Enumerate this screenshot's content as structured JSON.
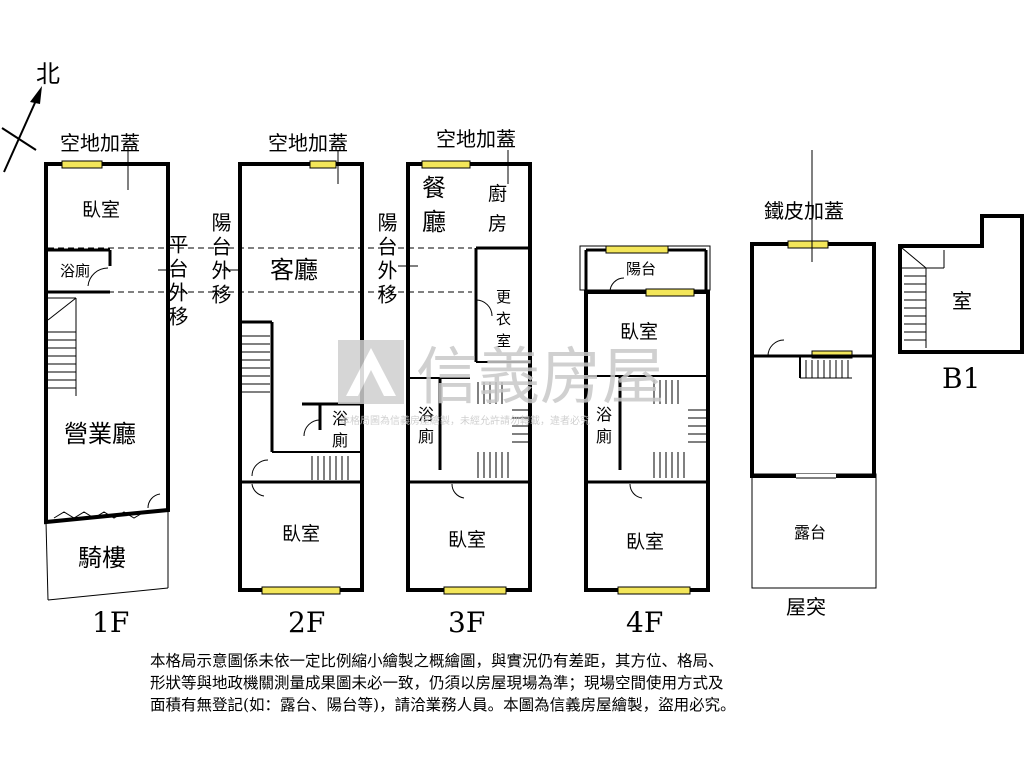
{
  "compass": {
    "north": "北"
  },
  "watermark": {
    "brand": "信義房屋",
    "fine_print": "本格局圖為信義房屋繪製，未經允許請勿轉載，違者必究"
  },
  "floors": {
    "f1": {
      "label": "1F",
      "top_note": "空地加蓋",
      "bedroom": "臥室",
      "bath": "浴廁",
      "business": "營業廳",
      "arcade": "騎樓"
    },
    "balcony_note": "平台外移",
    "f2": {
      "label": "2F",
      "top_note": "空地加蓋",
      "side_note": "陽台外移",
      "living": "客廳",
      "bath_1": "浴",
      "bath_2": "廁",
      "bedroom": "臥室"
    },
    "f3": {
      "label": "3F",
      "top_note": "空地加蓋",
      "side_note": "陽台外移",
      "dining_1": "餐",
      "dining_2": "廳",
      "kitchen_1": "廚",
      "kitchen_2": "房",
      "closet_1": "更",
      "closet_2": "衣",
      "closet_3": "室",
      "bath_1": "浴",
      "bath_2": "廁",
      "bedroom": "臥室"
    },
    "f4": {
      "label": "4F",
      "balcony": "陽台",
      "bedroom_top": "臥室",
      "bath_1": "浴",
      "bath_2": "廁",
      "bedroom_bottom": "臥室"
    },
    "roof": {
      "label": "屋突",
      "top_note": "鐵皮加蓋",
      "terrace": "露台"
    },
    "b1": {
      "label": "B1",
      "room": "室"
    }
  },
  "disclaimer": {
    "line1": "本格局示意圖係未依一定比例縮小繪製之概繪圖，與實況仍有差距，其方位、格局、",
    "line2": "形狀等與地政機關測量成果圖未必一致，仍須以房屋現場為準；現場空間使用方式及",
    "line3": "面積有無登記(如：露台、陽台等)，請洽業務人員。本圖為信義房屋繪製，盜用必究。"
  }
}
